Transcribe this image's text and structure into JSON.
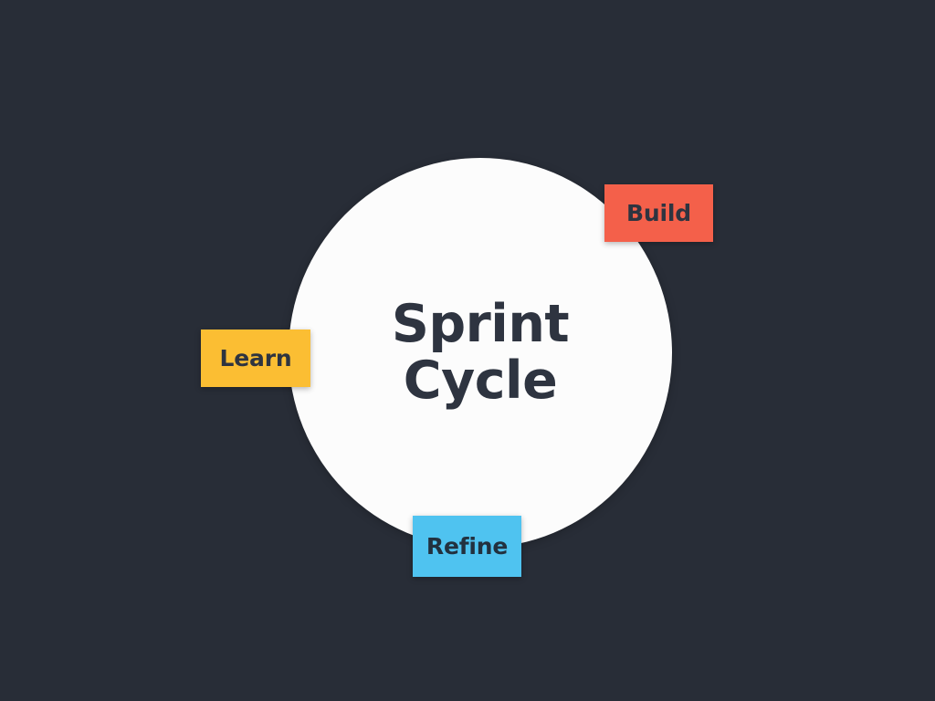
{
  "diagram": {
    "type": "cycle-diagram",
    "background_color": "#282d37",
    "circle": {
      "label_line_1": "Sprint",
      "label_line_2": "Cycle",
      "fill_color": "#fcfcfc",
      "text_color": "#2e3440"
    },
    "stages": [
      {
        "id": "build",
        "label": "Build",
        "color": "#f4604a",
        "text_color": "#2e3440",
        "position": "top-right"
      },
      {
        "id": "learn",
        "label": "Learn",
        "color": "#fbbe33",
        "text_color": "#2e3440",
        "position": "left"
      },
      {
        "id": "refine",
        "label": "Refine",
        "color": "#4fc3f0",
        "text_color": "#22313f",
        "position": "bottom"
      }
    ]
  }
}
